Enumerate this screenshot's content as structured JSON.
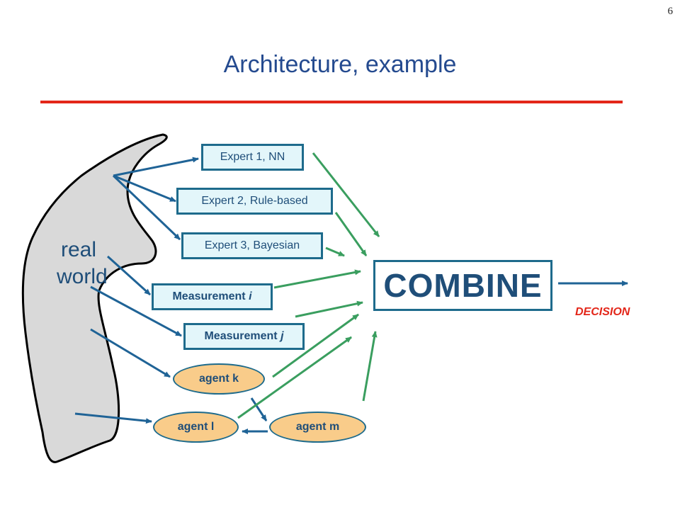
{
  "page_number": "6",
  "title": "Architecture, example",
  "colors": {
    "title": "#244A8F",
    "rule": "#E32619",
    "box_border": "#1E6B8C",
    "box_fill": "#E3F6FA",
    "agent_fill": "#F9CC8A",
    "blue_arrow": "#1F6396",
    "green_arrow": "#3A9E5F",
    "decision": "#E32619",
    "real_world_fill": "#D9D9D9"
  },
  "real_world": {
    "line1": "real",
    "line2": "world"
  },
  "experts": [
    {
      "label": "Expert 1, NN"
    },
    {
      "label": "Expert 2, Rule-based"
    },
    {
      "label": "Expert 3, Bayesian"
    }
  ],
  "measurements": [
    {
      "prefix": "Measurement ",
      "var": "i"
    },
    {
      "prefix": "Measurement ",
      "var": "j"
    }
  ],
  "agents": [
    {
      "label": "agent k"
    },
    {
      "label": "agent l"
    },
    {
      "label": "agent m"
    }
  ],
  "combine": {
    "label": "COMBINE"
  },
  "decision": {
    "label": "DECISION"
  }
}
